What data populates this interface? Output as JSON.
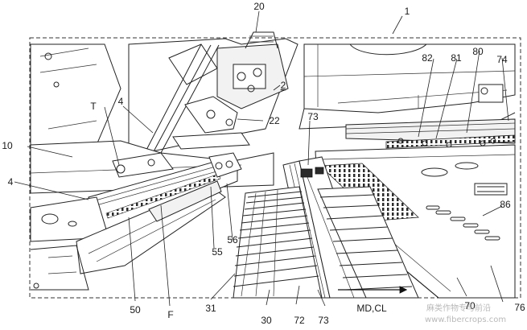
{
  "figure": {
    "reference_labels": {
      "l1": "1",
      "l2": "2",
      "l4a": "4",
      "l4b": "4",
      "l10": "10",
      "l20": "20",
      "l22": "22",
      "l30": "30",
      "l31": "31",
      "l50": "50",
      "l55": "55",
      "l56": "56",
      "l70": "70",
      "l72": "72",
      "l73a": "73",
      "l73b": "73",
      "l74": "74",
      "l76": "76",
      "l80": "80",
      "l81": "81",
      "l82": "82",
      "l86": "86",
      "lT": "T",
      "lF": "F"
    },
    "direction_label": "MD,CL",
    "watermark_text": "麻类作物专与前沿",
    "watermark_url": "www.fibercrops.com"
  }
}
